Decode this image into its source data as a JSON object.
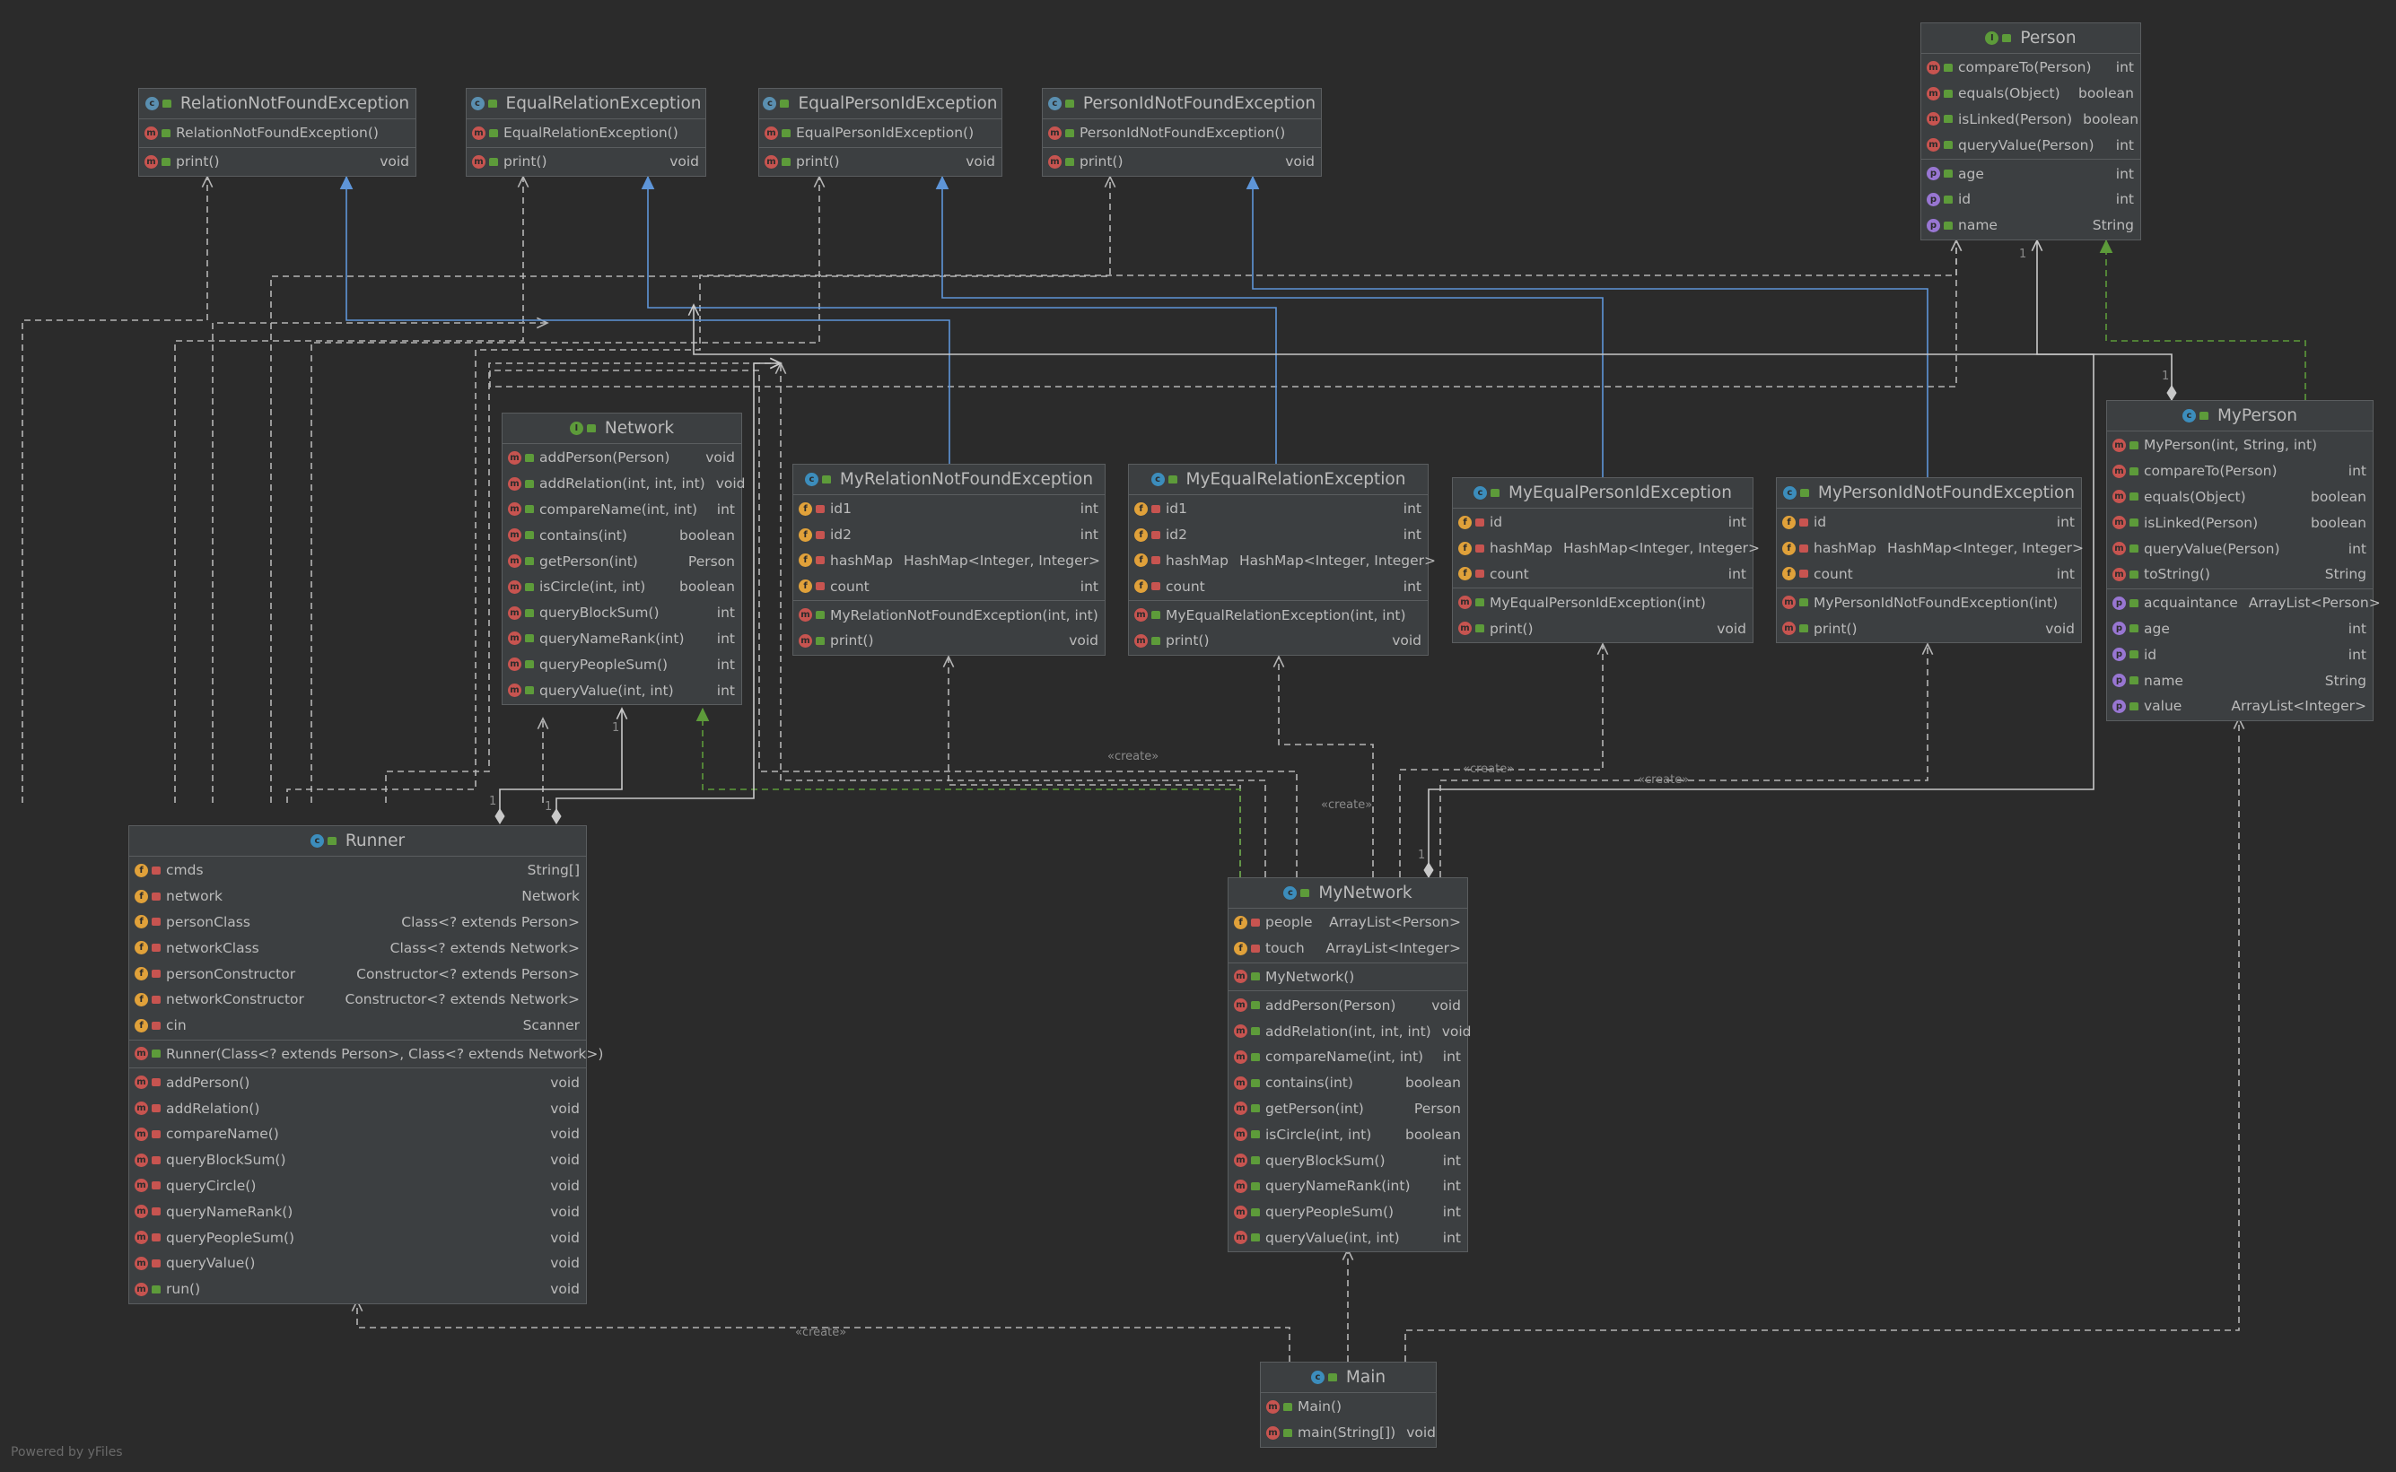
{
  "classes": {
    "relation_not_found_exception": {
      "name": "RelationNotFoundException",
      "kind": "exception-class",
      "sections": [
        [
          {
            "icon": "method",
            "vis": "public",
            "name": "RelationNotFoundException()",
            "type": ""
          }
        ],
        [
          {
            "icon": "method",
            "vis": "public",
            "name": "print()",
            "type": "void"
          }
        ]
      ]
    },
    "equal_relation_exception": {
      "name": "EqualRelationException",
      "kind": "exception-class",
      "sections": [
        [
          {
            "icon": "method",
            "vis": "public",
            "name": "EqualRelationException()",
            "type": ""
          }
        ],
        [
          {
            "icon": "method",
            "vis": "public",
            "name": "print()",
            "type": "void"
          }
        ]
      ]
    },
    "equal_person_id_exception": {
      "name": "EqualPersonIdException",
      "kind": "exception-class",
      "sections": [
        [
          {
            "icon": "method",
            "vis": "public",
            "name": "EqualPersonIdException()",
            "type": ""
          }
        ],
        [
          {
            "icon": "method",
            "vis": "public",
            "name": "print()",
            "type": "void"
          }
        ]
      ]
    },
    "person_id_not_found_exception": {
      "name": "PersonIdNotFoundException",
      "kind": "exception-class",
      "sections": [
        [
          {
            "icon": "method",
            "vis": "public",
            "name": "PersonIdNotFoundException()",
            "type": ""
          }
        ],
        [
          {
            "icon": "method",
            "vis": "public",
            "name": "print()",
            "type": "void"
          }
        ]
      ]
    },
    "person": {
      "name": "Person",
      "kind": "interface",
      "sections": [
        [
          {
            "icon": "method",
            "vis": "public",
            "name": "compareTo(Person)",
            "type": "int"
          },
          {
            "icon": "method",
            "vis": "public",
            "name": "equals(Object)",
            "type": "boolean"
          },
          {
            "icon": "method",
            "vis": "public",
            "name": "isLinked(Person)",
            "type": "boolean"
          },
          {
            "icon": "method",
            "vis": "public",
            "name": "queryValue(Person)",
            "type": "int"
          }
        ],
        [
          {
            "icon": "property",
            "vis": "public",
            "name": "age",
            "type": "int"
          },
          {
            "icon": "property",
            "vis": "public",
            "name": "id",
            "type": "int"
          },
          {
            "icon": "property",
            "vis": "public",
            "name": "name",
            "type": "String"
          }
        ]
      ]
    },
    "network": {
      "name": "Network",
      "kind": "interface",
      "sections": [
        [
          {
            "icon": "method",
            "vis": "public",
            "name": "addPerson(Person)",
            "type": "void"
          },
          {
            "icon": "method",
            "vis": "public",
            "name": "addRelation(int, int, int)",
            "type": "void"
          },
          {
            "icon": "method",
            "vis": "public",
            "name": "compareName(int, int)",
            "type": "int"
          },
          {
            "icon": "method",
            "vis": "public",
            "name": "contains(int)",
            "type": "boolean"
          },
          {
            "icon": "method",
            "vis": "public",
            "name": "getPerson(int)",
            "type": "Person"
          },
          {
            "icon": "method",
            "vis": "public",
            "name": "isCircle(int, int)",
            "type": "boolean"
          },
          {
            "icon": "method",
            "vis": "public",
            "name": "queryBlockSum()",
            "type": "int"
          },
          {
            "icon": "method",
            "vis": "public",
            "name": "queryNameRank(int)",
            "type": "int"
          },
          {
            "icon": "method",
            "vis": "public",
            "name": "queryPeopleSum()",
            "type": "int"
          },
          {
            "icon": "method",
            "vis": "public",
            "name": "queryValue(int, int)",
            "type": "int"
          }
        ]
      ]
    },
    "my_relation_not_found_exception": {
      "name": "MyRelationNotFoundException",
      "kind": "class",
      "sections": [
        [
          {
            "icon": "field",
            "vis": "private",
            "name": "id1",
            "type": "int"
          },
          {
            "icon": "field",
            "vis": "private",
            "name": "id2",
            "type": "int"
          },
          {
            "icon": "field",
            "vis": "private",
            "name": "hashMap",
            "type": "HashMap<Integer, Integer>"
          },
          {
            "icon": "field",
            "vis": "private",
            "name": "count",
            "type": "int"
          }
        ],
        [
          {
            "icon": "method",
            "vis": "public",
            "name": "MyRelationNotFoundException(int, int)",
            "type": ""
          },
          {
            "icon": "method",
            "vis": "public",
            "name": "print()",
            "type": "void"
          }
        ]
      ]
    },
    "my_equal_relation_exception": {
      "name": "MyEqualRelationException",
      "kind": "class",
      "sections": [
        [
          {
            "icon": "field",
            "vis": "private",
            "name": "id1",
            "type": "int"
          },
          {
            "icon": "field",
            "vis": "private",
            "name": "id2",
            "type": "int"
          },
          {
            "icon": "field",
            "vis": "private",
            "name": "hashMap",
            "type": "HashMap<Integer, Integer>"
          },
          {
            "icon": "field",
            "vis": "private",
            "name": "count",
            "type": "int"
          }
        ],
        [
          {
            "icon": "method",
            "vis": "public",
            "name": "MyEqualRelationException(int, int)",
            "type": ""
          },
          {
            "icon": "method",
            "vis": "public",
            "name": "print()",
            "type": "void"
          }
        ]
      ]
    },
    "my_equal_person_id_exception": {
      "name": "MyEqualPersonIdException",
      "kind": "class",
      "sections": [
        [
          {
            "icon": "field",
            "vis": "private",
            "name": "id",
            "type": "int"
          },
          {
            "icon": "field",
            "vis": "private",
            "name": "hashMap",
            "type": "HashMap<Integer, Integer>"
          },
          {
            "icon": "field",
            "vis": "private",
            "name": "count",
            "type": "int"
          }
        ],
        [
          {
            "icon": "method",
            "vis": "public",
            "name": "MyEqualPersonIdException(int)",
            "type": ""
          },
          {
            "icon": "method",
            "vis": "public",
            "name": "print()",
            "type": "void"
          }
        ]
      ]
    },
    "my_person_id_not_found_exception": {
      "name": "MyPersonIdNotFoundException",
      "kind": "class",
      "sections": [
        [
          {
            "icon": "field",
            "vis": "private",
            "name": "id",
            "type": "int"
          },
          {
            "icon": "field",
            "vis": "private",
            "name": "hashMap",
            "type": "HashMap<Integer, Integer>"
          },
          {
            "icon": "field",
            "vis": "private",
            "name": "count",
            "type": "int"
          }
        ],
        [
          {
            "icon": "method",
            "vis": "public",
            "name": "MyPersonIdNotFoundException(int)",
            "type": ""
          },
          {
            "icon": "method",
            "vis": "public",
            "name": "print()",
            "type": "void"
          }
        ]
      ]
    },
    "my_person": {
      "name": "MyPerson",
      "kind": "class",
      "sections": [
        [
          {
            "icon": "method",
            "vis": "public",
            "name": "MyPerson(int, String, int)",
            "type": ""
          },
          {
            "icon": "method",
            "vis": "public",
            "name": "compareTo(Person)",
            "type": "int"
          },
          {
            "icon": "method",
            "vis": "public",
            "name": "equals(Object)",
            "type": "boolean"
          },
          {
            "icon": "method",
            "vis": "public",
            "name": "isLinked(Person)",
            "type": "boolean"
          },
          {
            "icon": "method",
            "vis": "public",
            "name": "queryValue(Person)",
            "type": "int"
          },
          {
            "icon": "method",
            "vis": "public",
            "name": "toString()",
            "type": "String"
          }
        ],
        [
          {
            "icon": "property",
            "vis": "public",
            "name": "acquaintance",
            "type": "ArrayList<Person>"
          },
          {
            "icon": "property",
            "vis": "public",
            "name": "age",
            "type": "int"
          },
          {
            "icon": "property",
            "vis": "public",
            "name": "id",
            "type": "int"
          },
          {
            "icon": "property",
            "vis": "public",
            "name": "name",
            "type": "String"
          },
          {
            "icon": "property",
            "vis": "public",
            "name": "value",
            "type": "ArrayList<Integer>"
          }
        ]
      ]
    },
    "runner": {
      "name": "Runner",
      "kind": "class",
      "sections": [
        [
          {
            "icon": "field",
            "vis": "private",
            "name": "cmds",
            "type": "String[]"
          },
          {
            "icon": "field",
            "vis": "private",
            "name": "network",
            "type": "Network"
          },
          {
            "icon": "field",
            "vis": "private",
            "name": "personClass",
            "type": "Class<? extends Person>"
          },
          {
            "icon": "field",
            "vis": "private",
            "name": "networkClass",
            "type": "Class<? extends Network>"
          },
          {
            "icon": "field",
            "vis": "private",
            "name": "personConstructor",
            "type": "Constructor<? extends Person>"
          },
          {
            "icon": "field",
            "vis": "private",
            "name": "networkConstructor",
            "type": "Constructor<? extends Network>"
          },
          {
            "icon": "field",
            "vis": "private",
            "name": "cin",
            "type": "Scanner"
          }
        ],
        [
          {
            "icon": "method",
            "vis": "public",
            "name": "Runner(Class<? extends Person>, Class<? extends Network>)",
            "type": ""
          }
        ],
        [
          {
            "icon": "method",
            "vis": "private",
            "name": "addPerson()",
            "type": "void"
          },
          {
            "icon": "method",
            "vis": "private",
            "name": "addRelation()",
            "type": "void"
          },
          {
            "icon": "method",
            "vis": "private",
            "name": "compareName()",
            "type": "void"
          },
          {
            "icon": "method",
            "vis": "private",
            "name": "queryBlockSum()",
            "type": "void"
          },
          {
            "icon": "method",
            "vis": "private",
            "name": "queryCircle()",
            "type": "void"
          },
          {
            "icon": "method",
            "vis": "private",
            "name": "queryNameRank()",
            "type": "void"
          },
          {
            "icon": "method",
            "vis": "private",
            "name": "queryPeopleSum()",
            "type": "void"
          },
          {
            "icon": "method",
            "vis": "private",
            "name": "queryValue()",
            "type": "void"
          },
          {
            "icon": "method",
            "vis": "public",
            "name": "run()",
            "type": "void"
          }
        ]
      ]
    },
    "my_network": {
      "name": "MyNetwork",
      "kind": "class",
      "sections": [
        [
          {
            "icon": "field",
            "vis": "private",
            "name": "people",
            "type": "ArrayList<Person>"
          },
          {
            "icon": "field",
            "vis": "private",
            "name": "touch",
            "type": "ArrayList<Integer>"
          }
        ],
        [
          {
            "icon": "method",
            "vis": "public",
            "name": "MyNetwork()",
            "type": ""
          }
        ],
        [
          {
            "icon": "method",
            "vis": "public",
            "name": "addPerson(Person)",
            "type": "void"
          },
          {
            "icon": "method",
            "vis": "public",
            "name": "addRelation(int, int, int)",
            "type": "void"
          },
          {
            "icon": "method",
            "vis": "public",
            "name": "compareName(int, int)",
            "type": "int"
          },
          {
            "icon": "method",
            "vis": "public",
            "name": "contains(int)",
            "type": "boolean"
          },
          {
            "icon": "method",
            "vis": "public",
            "name": "getPerson(int)",
            "type": "Person"
          },
          {
            "icon": "method",
            "vis": "public",
            "name": "isCircle(int, int)",
            "type": "boolean"
          },
          {
            "icon": "method",
            "vis": "public",
            "name": "queryBlockSum()",
            "type": "int"
          },
          {
            "icon": "method",
            "vis": "public",
            "name": "queryNameRank(int)",
            "type": "int"
          },
          {
            "icon": "method",
            "vis": "public",
            "name": "queryPeopleSum()",
            "type": "int"
          },
          {
            "icon": "method",
            "vis": "public",
            "name": "queryValue(int, int)",
            "type": "int"
          }
        ]
      ]
    },
    "main": {
      "name": "Main",
      "kind": "class",
      "sections": [
        [
          {
            "icon": "method",
            "vis": "public",
            "name": "Main()",
            "type": ""
          },
          {
            "icon": "method",
            "vis": "public",
            "name": "main(String[])",
            "type": "void"
          }
        ]
      ]
    }
  },
  "edge_labels": {
    "create_relation": "«create»",
    "create_network_a": "«create»",
    "create_equal_person": "«create»",
    "create_person_id": "«create»",
    "create_runner": "«create»"
  },
  "multiplicities": {
    "one": "1"
  },
  "footer_text": "Powered by yFiles",
  "colors": {
    "background": "#2b2b2b",
    "box": "#3c3f41",
    "border": "#5a5d5f",
    "dependency_edge": "#b5b5b5",
    "extends_edge": "#5e95d8",
    "implements_edge": "#5d9b3a",
    "association_edge": "#c8c8c8"
  }
}
